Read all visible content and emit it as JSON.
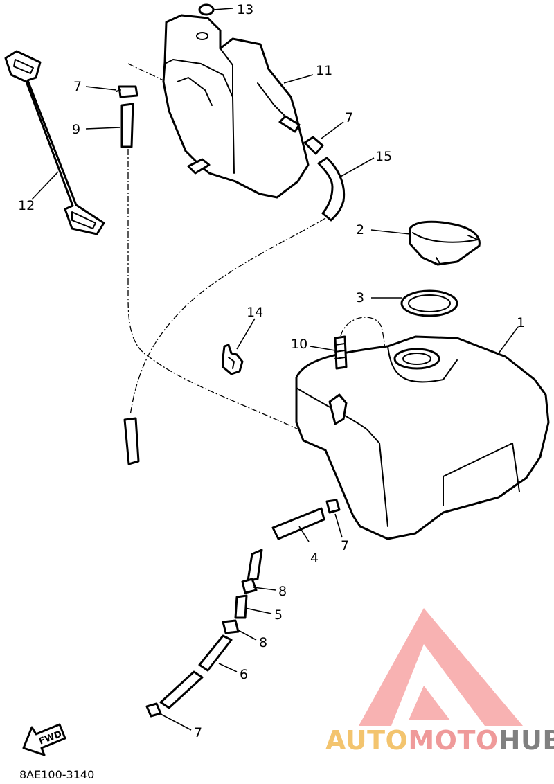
{
  "callouts": {
    "c1": "1",
    "c2": "2",
    "c3": "3",
    "c4": "4",
    "c5": "5",
    "c6": "6",
    "c7a": "7",
    "c7b": "7",
    "c7c": "7",
    "c7d": "7",
    "c8a": "8",
    "c8b": "8",
    "c9": "9",
    "c10": "10",
    "c11": "11",
    "c12": "12",
    "c13": "13",
    "c14": "14",
    "c15": "15"
  },
  "diagram_code": "8AE100-3140",
  "fwd_label": "FWD",
  "watermark": {
    "part1": "AUTO",
    "part2": "MOTO",
    "part3": "HUB",
    "colors": {
      "auto": "#f3c46e",
      "moto": "#ef9a9a",
      "hub": "#808080",
      "triangle": "#f7a5a5"
    }
  }
}
